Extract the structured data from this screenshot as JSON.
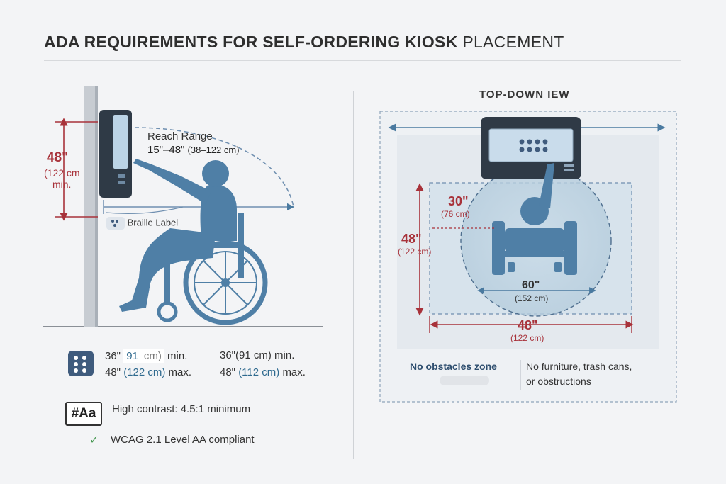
{
  "title": {
    "bold": "ADA REQUIREMENTS FOR SELF-ORDERING KIOSK",
    "light": "PLACEMENT"
  },
  "side_view": {
    "height_value": "48\"",
    "height_metric": "(122 cm",
    "height_min": "min.",
    "reach_label": "Reach Range",
    "reach_value": "15\"–48\"",
    "reach_metric": "(38–122 cm)",
    "braille_label": "Braille Label"
  },
  "specs": {
    "row1_a_imp": "36\"",
    "row1_a_met": "91",
    "row1_a_unit": "cm)",
    "row1_a_suffix": "min.",
    "row1_b_imp": "36\"",
    "row1_b_met": "(91 cm)",
    "row1_b_suffix": "min.",
    "row2_a_imp": "48\"",
    "row2_a_met": "(122 cm)",
    "row2_a_suffix": "max.",
    "row2_b_imp": "48\"",
    "row2_b_met": "(112 cm)",
    "row2_b_suffix": "max."
  },
  "contrast": {
    "icon_text": "#Aa",
    "label": "High contrast: 4.5:1 minimum",
    "wcag": "WCAG 2.1 Level AA compliant",
    "check_icon": "check-icon"
  },
  "top_view": {
    "heading": "TOP-DOWN IEW",
    "depth_value": "30\"",
    "depth_metric": "(76 cm)",
    "side_value": "48\"",
    "side_metric": "(122 cm)",
    "turn_value": "60\"",
    "turn_metric": "(152 cm)",
    "bottom_value": "48\"",
    "bottom_metric": "(122 cm)",
    "zone_label": "No obstacles zone",
    "zone_desc_1": "No furniture, trash cans,",
    "zone_desc_2": "or obstructions"
  },
  "colors": {
    "accent_blue": "#4a7aa0",
    "dimension_red": "#a8323a",
    "figure_blue": "#4f7fa6",
    "background": "#f3f4f6"
  }
}
